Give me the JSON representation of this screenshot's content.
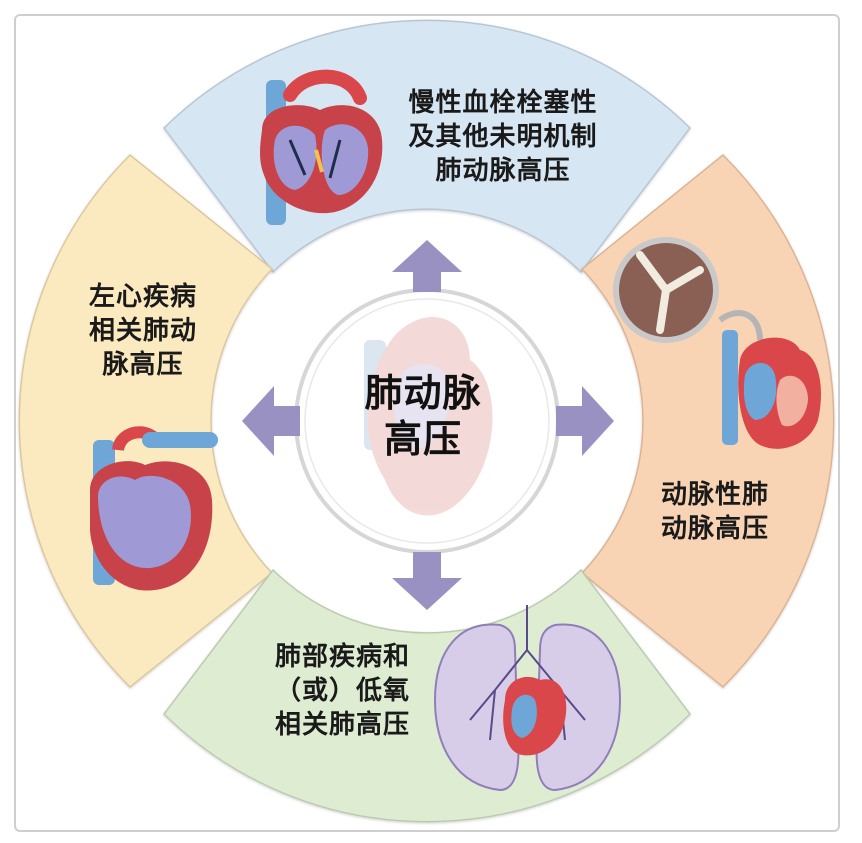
{
  "center": {
    "lines": [
      "肺动脉",
      "高压"
    ]
  },
  "segments": {
    "top": {
      "lines": [
        "慢性血栓栓塞性",
        "及其他未明机制",
        "肺动脉高压"
      ],
      "color": "#d6e6f2",
      "icon": "heart-blood-flow-icon"
    },
    "left": {
      "lines": [
        "左心疾病",
        "相关肺动",
        "脉高压"
      ],
      "color": "#fbe9bf",
      "icon": "heart-icon"
    },
    "right": {
      "lines": [
        "动脉性肺",
        "动脉高压"
      ],
      "color": "#f8d4b4",
      "icon": "heart-valve-icon"
    },
    "bottom": {
      "lines": [
        "肺部疾病和",
        "（或）低氧",
        "相关肺高压"
      ],
      "color": "#deecd2",
      "icon": "lungs-heart-icon"
    }
  },
  "colors": {
    "arrow": "#9891c1",
    "ring": "#d6d6d6",
    "frame": "#cfcfcf"
  }
}
